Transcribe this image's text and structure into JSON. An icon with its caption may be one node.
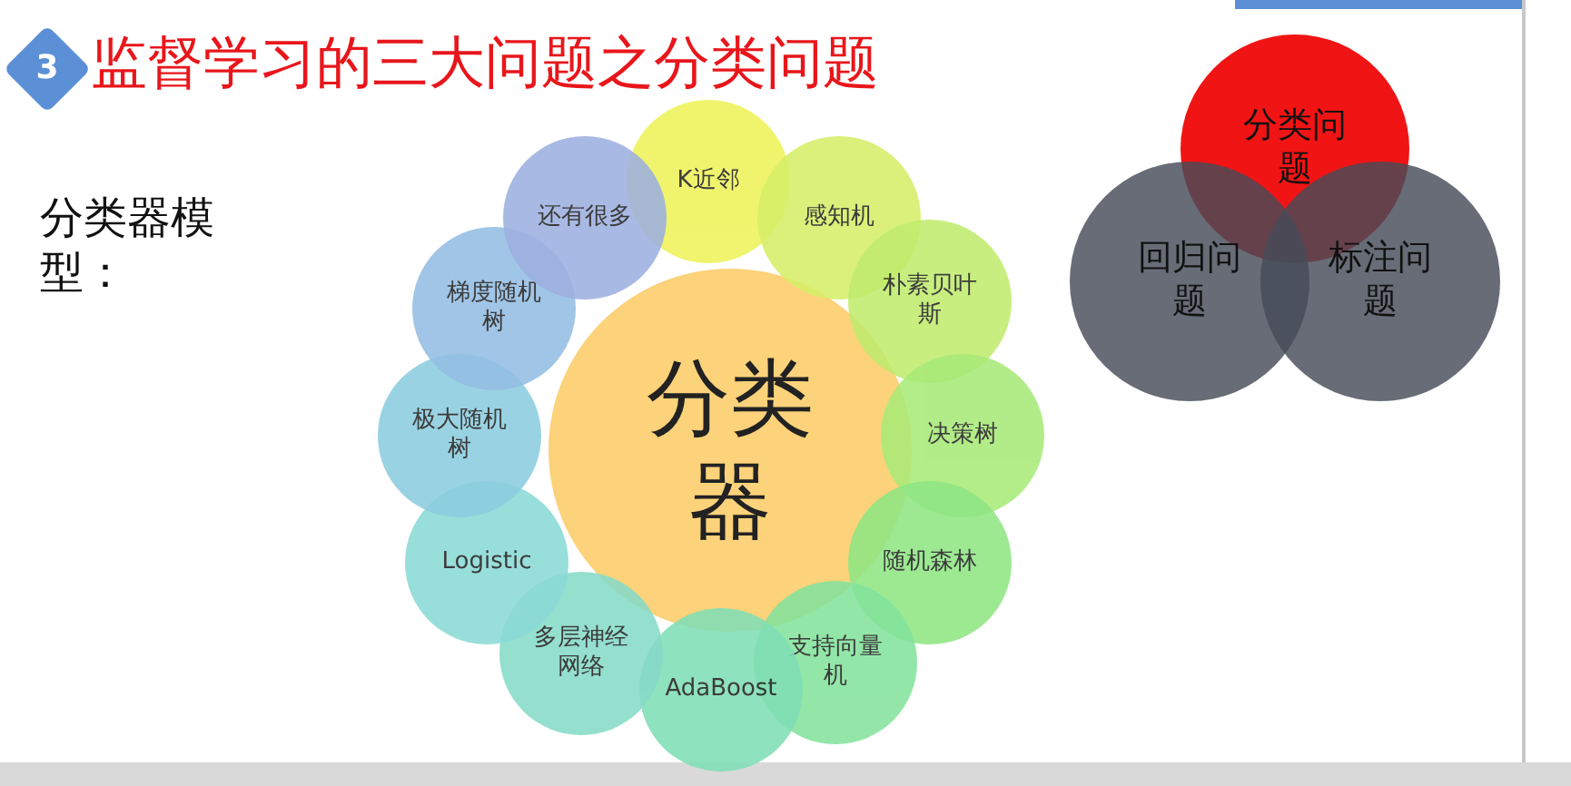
{
  "diagram": {
    "title": "监督学习的三大问题之分类问题",
    "nodes": [
      {
        "text": [
          "3"
        ]
      },
      {
        "text": [
          "分类器"
        ]
      },
      {
        "text": [
          "K近邻"
        ]
      },
      {
        "text": [
          "感知机"
        ]
      },
      {
        "text": [
          "朴素贝叶斯"
        ]
      },
      {
        "text": [
          "决策树"
        ]
      },
      {
        "text": [
          "随机森林"
        ]
      },
      {
        "text": [
          "支持向量机"
        ]
      },
      {
        "text": [
          "AdaBoost"
        ]
      },
      {
        "text": [
          "多层神经网络"
        ]
      },
      {
        "text": [
          "Logistic"
        ]
      },
      {
        "text": [
          "极大随机树"
        ]
      },
      {
        "text": [
          "梯度随机树"
        ]
      },
      {
        "text": [
          "还有很多"
        ]
      },
      {
        "text": [
          "分类问题"
        ]
      },
      {
        "text": [
          "回归问题"
        ]
      },
      {
        "text": [
          "标注问题"
        ]
      }
    ],
    "labels": [
      "分类器模型："
    ]
  }
}
